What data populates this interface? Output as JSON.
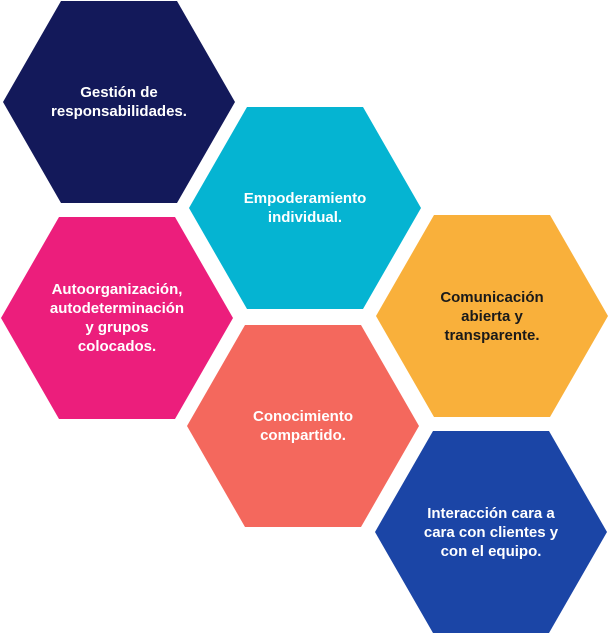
{
  "hexagons": [
    {
      "label": "Gestión de\nresponsabilidades.",
      "color": "#13195a",
      "text_color": "#ffffff"
    },
    {
      "label": "Empoderamiento\nindividual.",
      "color": "#05b4d2",
      "text_color": "#ffffff"
    },
    {
      "label": "Autoorganización,\nautodeterminación\ny grupos\ncolocados.",
      "color": "#ec1e7c",
      "text_color": "#ffffff"
    },
    {
      "label": "Comunicación\nabierta y\ntransparente.",
      "color": "#f9b03b",
      "text_color": "#1a1a1a"
    },
    {
      "label": "Conocimiento\ncompartido.",
      "color": "#f4685d",
      "text_color": "#ffffff"
    },
    {
      "label": "Interacción cara a\ncara con clientes y\ncon el equipo.",
      "color": "#1b45a6",
      "text_color": "#ffffff"
    }
  ]
}
